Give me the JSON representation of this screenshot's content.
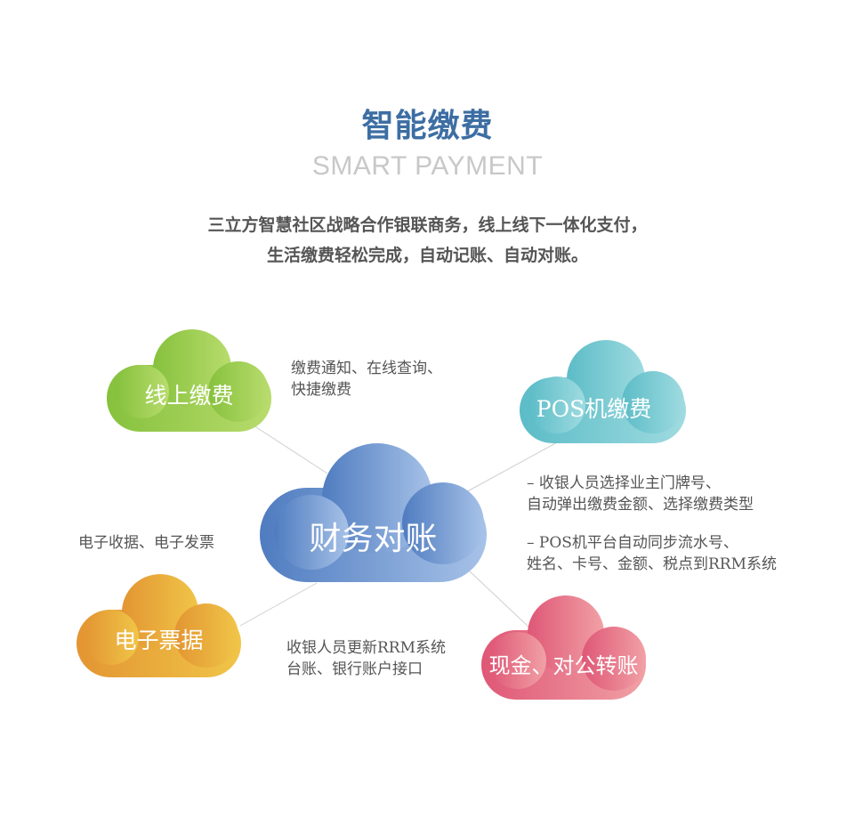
{
  "header": {
    "title": "智能缴费",
    "subtitle": "SMART PAYMENT",
    "description_line1": "三立方智慧社区战略合作银联商务，线上线下一体化支付，",
    "description_line2": "生活缴费轻松完成，自动记账、自动对账。"
  },
  "clouds": {
    "center": {
      "label": "财务对账",
      "color_from": "#4f7cc0",
      "color_to": "#a7c2e8"
    },
    "online": {
      "label": "线上缴费",
      "color_from": "#86c13d",
      "color_to": "#b8dc6d"
    },
    "pos": {
      "label": "POS机缴费",
      "color_from": "#5bbcc7",
      "color_to": "#9fdbe0"
    },
    "ebill": {
      "label": "电子票据",
      "color_from": "#e39532",
      "color_to": "#f0c548"
    },
    "cash": {
      "label": "现金、对公转账",
      "color_from": "#df5776",
      "color_to": "#f1a1a6"
    }
  },
  "notes": {
    "online_line1": "缴费通知、在线查询、",
    "online_line2": "快捷缴费",
    "pos_a_line1": "–  收银人员选择业主门牌号、",
    "pos_a_line2": "自动弹出缴费金额、选择缴费类型",
    "pos_b_line1": "–  POS机平台自动同步流水号、",
    "pos_b_line2": "姓名、卡号、金额、税点到RRM系统",
    "ebill_line1": "电子收据、电子发票",
    "cash_line1": "收银人员更新RRM系统",
    "cash_line2": "台账、银行账户接口"
  },
  "colors": {
    "title": "#3d6ea3",
    "subtitle": "#c8c8c8",
    "text": "#555555",
    "connector": "#cfcfcf"
  }
}
